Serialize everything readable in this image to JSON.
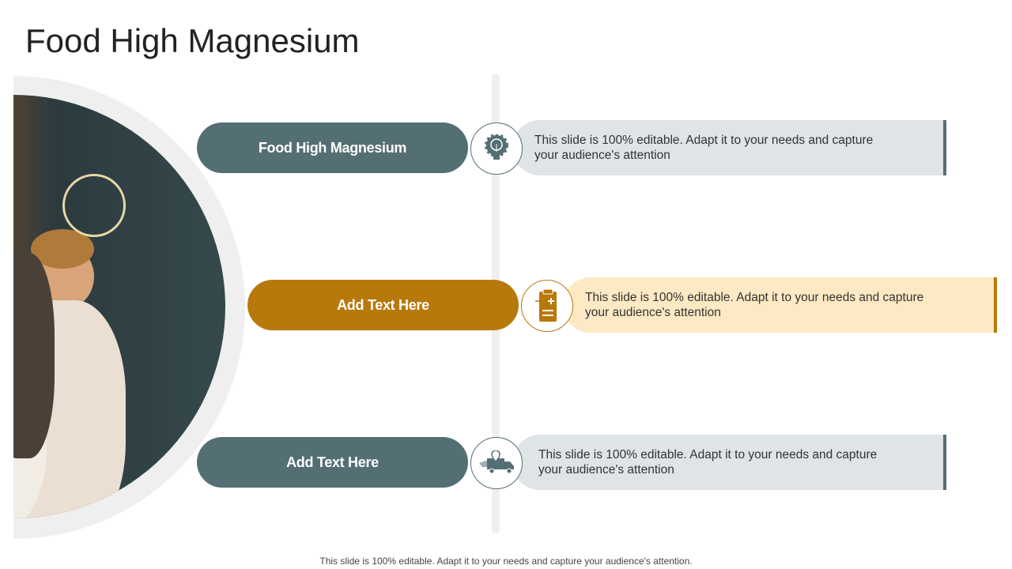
{
  "title": "Food High Magnesium",
  "items": [
    {
      "label": "Food High Magnesium",
      "icon": "lightbulb-gear-icon",
      "text": "This slide is 100% editable. Adapt it to your needs and capture your audience's attention",
      "color": "#546f74",
      "bg": "#dfe4e6"
    },
    {
      "label": "Add Text Here",
      "icon": "clipboard-health-icon",
      "text": "This slide is 100% editable. Adapt it to your needs and capture your audience's attention",
      "color": "#b8790b",
      "bg": "#fde9c3"
    },
    {
      "label": "Add Text Here",
      "icon": "delivery-truck-location-icon",
      "text": "This slide is 100% editable. Adapt it to your needs and capture your audience's attention",
      "color": "#546f74",
      "bg": "#dfe4e6"
    }
  ],
  "footer": "This slide is 100% editable. Adapt it to your needs and capture your audience's attention."
}
